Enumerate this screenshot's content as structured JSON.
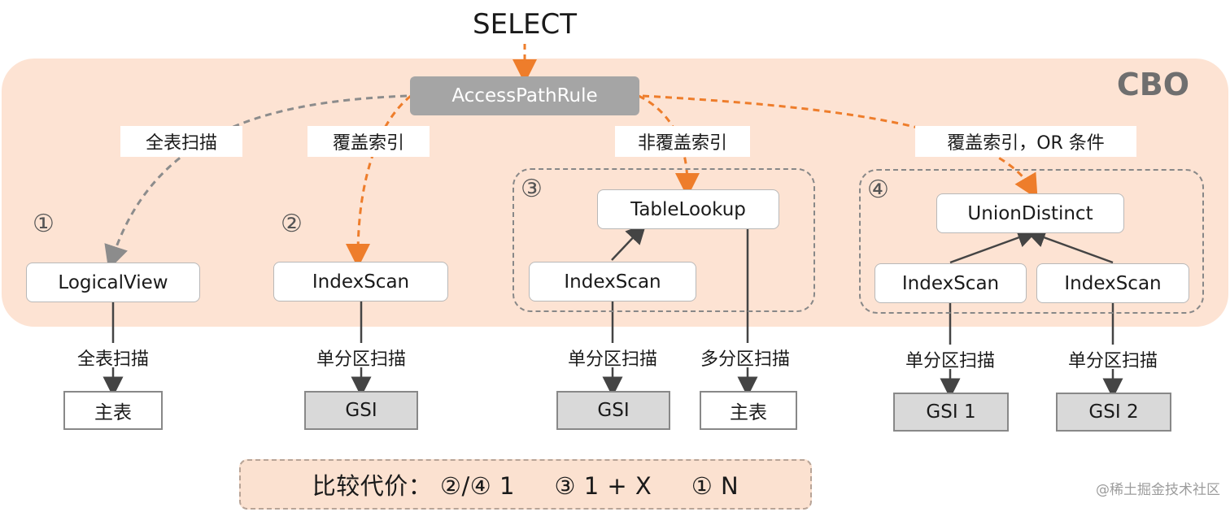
{
  "title": "SELECT",
  "cbo_label": "CBO",
  "rule_node": "AccessPathRule",
  "edge_labels": {
    "full_scan": "全表扫描",
    "covering_index": "覆盖索引",
    "non_covering_index": "非覆盖索引",
    "covering_index_or": "覆盖索引，OR 条件"
  },
  "paths": {
    "p1": {
      "marker": "①",
      "node": "LogicalView",
      "scan": "全表扫描",
      "table": "主表"
    },
    "p2": {
      "marker": "②",
      "node": "IndexScan",
      "scan": "单分区扫描",
      "table": "GSI"
    },
    "p3": {
      "marker": "③",
      "top_node": "TableLookup",
      "node": "IndexScan",
      "scan_left": "单分区扫描",
      "table_left": "GSI",
      "scan_right": "多分区扫描",
      "table_right": "主表"
    },
    "p4": {
      "marker": "④",
      "top_node": "UnionDistinct",
      "node_left": "IndexScan",
      "node_right": "IndexScan",
      "scan_left": "单分区扫描",
      "table_left": "GSI 1",
      "scan_right": "单分区扫描",
      "table_right": "GSI 2"
    }
  },
  "comparison": "比较代价： ②/④ 1     ③ 1 + X     ① N",
  "watermark": "@稀土掘金技术社区",
  "colors": {
    "cbo_bg": "#fde3d3",
    "orange": "#ee7d2b",
    "gray_line": "#8c8c8c",
    "rule_bg": "#a5a5a5"
  }
}
